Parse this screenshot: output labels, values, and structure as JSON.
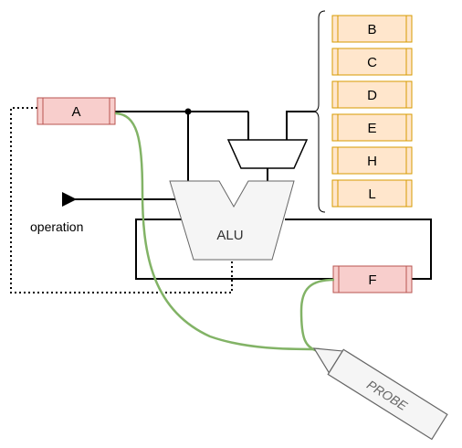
{
  "registers": {
    "a": {
      "label": "A"
    },
    "f": {
      "label": "F"
    },
    "bank": [
      {
        "label": "B"
      },
      {
        "label": "C"
      },
      {
        "label": "D"
      },
      {
        "label": "E"
      },
      {
        "label": "H"
      },
      {
        "label": "L"
      }
    ]
  },
  "alu": {
    "label": "ALU"
  },
  "operation": {
    "label": "operation"
  },
  "probe": {
    "label": "PROBE"
  },
  "colors": {
    "register_a_fill": "#f8cecc",
    "register_a_stroke": "#b85450",
    "register_bank_fill": "#ffe6cc",
    "register_bank_stroke": "#d79b00",
    "alu_fill": "#f5f5f5",
    "alu_stroke": "#666666",
    "probe_wire": "#82b366",
    "bus": "#000000"
  }
}
